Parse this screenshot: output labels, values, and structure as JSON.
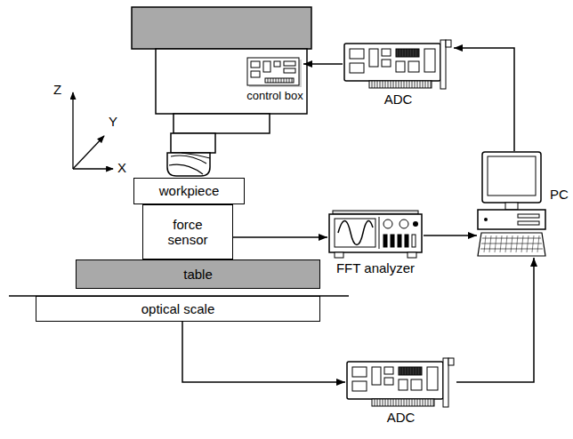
{
  "diagram": {
    "nodes": [
      {
        "text": [
          "control box"
        ]
      },
      {
        "text": [
          "ADC"
        ]
      },
      {
        "text": [
          "PC"
        ]
      },
      {
        "text": [
          "workpiece"
        ]
      },
      {
        "text": [
          "force sensor"
        ]
      },
      {
        "text": [
          "FFT analyzer"
        ]
      },
      {
        "text": [
          "table"
        ]
      },
      {
        "text": [
          "optical scale"
        ]
      },
      {
        "text": [
          "ADC"
        ]
      }
    ],
    "edges": [
      {
        "from": 1,
        "to": 0,
        "arrow": "to"
      },
      {
        "from": 2,
        "to": 1,
        "arrow": "to"
      },
      {
        "from": 4,
        "to": 5,
        "arrow": "to"
      },
      {
        "from": 5,
        "to": 2,
        "arrow": "to"
      },
      {
        "from": 7,
        "to": 8,
        "arrow": "to"
      },
      {
        "from": 8,
        "to": 2,
        "arrow": "to"
      }
    ],
    "labels": [
      "Z",
      "Y",
      "X"
    ]
  }
}
